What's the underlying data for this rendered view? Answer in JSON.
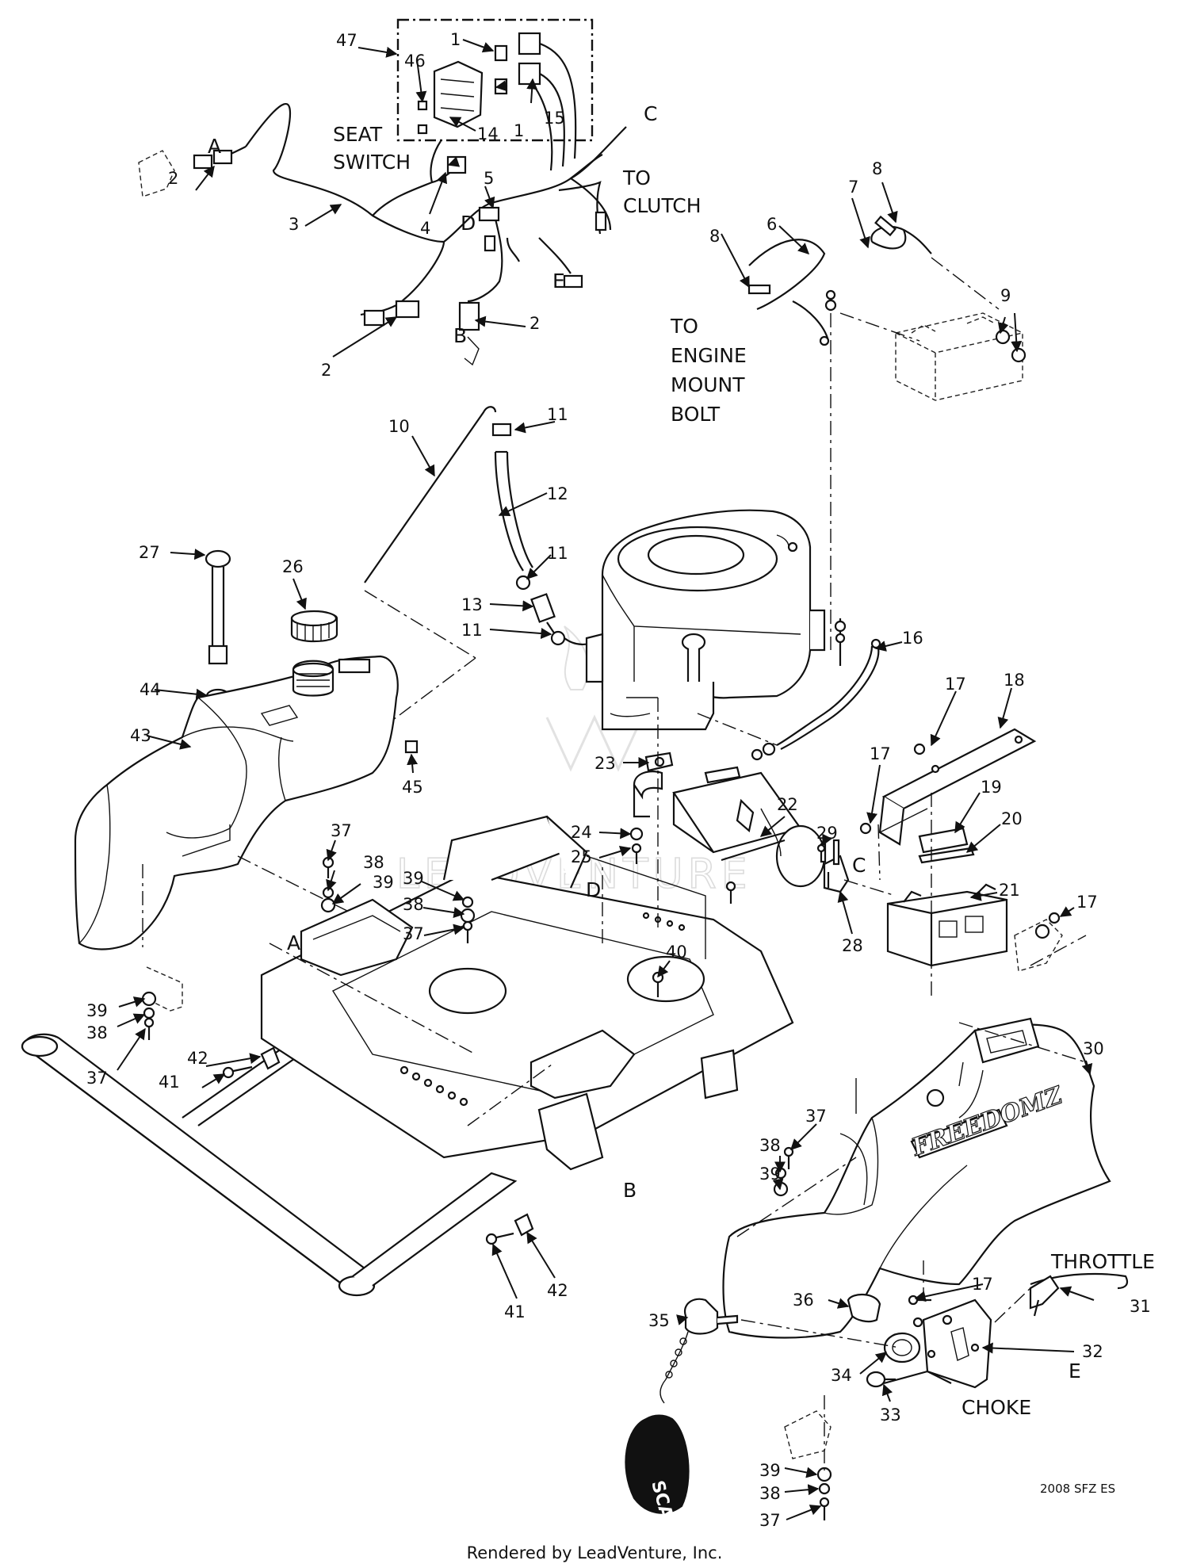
{
  "diagram": {
    "callouts": {
      "c1a": "1",
      "c1b": "1",
      "c2a": "2",
      "c2b": "2",
      "c2c": "2",
      "c3": "3",
      "c4": "4",
      "c5": "5",
      "c6": "6",
      "c7": "7",
      "c8a": "8",
      "c8b": "8",
      "c9": "9",
      "c10": "10",
      "c11a": "11",
      "c11b": "11",
      "c11c": "11",
      "c12": "12",
      "c13": "13",
      "c14": "14",
      "c15": "15",
      "c16": "16",
      "c17a": "17",
      "c17b": "17",
      "c17c": "17",
      "c17d": "17",
      "c18": "18",
      "c19": "19",
      "c20": "20",
      "c21": "21",
      "c22": "22",
      "c23": "23",
      "c24": "24",
      "c25": "25",
      "c26": "26",
      "c27": "27",
      "c28": "28",
      "c29": "29",
      "c30": "30",
      "c31": "31",
      "c32": "32",
      "c33": "33",
      "c34": "34",
      "c35": "35",
      "c36": "36",
      "c37a": "37",
      "c37b": "37",
      "c37c": "37",
      "c37d": "37",
      "c37e": "37",
      "c38a": "38",
      "c38b": "38",
      "c38c": "38",
      "c38d": "38",
      "c38e": "38",
      "c39a": "39",
      "c39b": "39",
      "c39c": "39",
      "c39d": "39",
      "c39e": "39",
      "c40": "40",
      "c41a": "41",
      "c41b": "41",
      "c42a": "42",
      "c42b": "42",
      "c43": "43",
      "c44": "44",
      "c45": "45",
      "c46": "46",
      "c47": "47"
    },
    "connectors": {
      "a1": "A",
      "a2": "A",
      "b1": "B",
      "b2": "B",
      "cc1": "C",
      "cc2": "C",
      "d1": "D",
      "d2": "D",
      "e1": "E",
      "e2": "E"
    },
    "labels": {
      "seat": "SEAT",
      "switch": "SWITCH",
      "to1": "TO",
      "clutch": "CLUTCH",
      "to2": "TO",
      "engine": "ENGINE",
      "mount": "MOUNT",
      "bolt": "BOLT",
      "throttle": "THROTTLE",
      "choke": "CHOKE"
    },
    "logo_text": "FREEDOMZ",
    "key_text": "SCAG",
    "watermark": "LEADVENTURE",
    "drawing_code": "2008 SFZ ES"
  },
  "footer": {
    "text": "Rendered by LeadVenture, Inc."
  }
}
